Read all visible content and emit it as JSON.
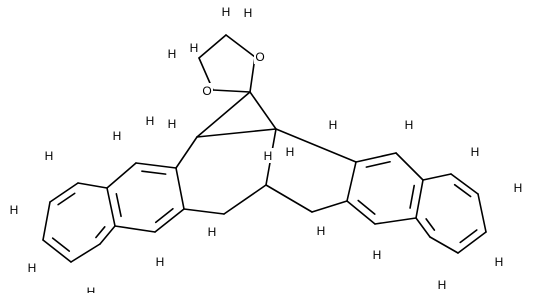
{
  "diagram": {
    "type": "chemical-structure",
    "colors": {
      "bond": "#000000",
      "label": "#000000",
      "background": "#ffffff"
    },
    "atom_labels": [
      {
        "id": "O1",
        "text": "O"
      },
      {
        "id": "O2",
        "text": "O"
      },
      {
        "id": "H1",
        "text": "H"
      },
      {
        "id": "H2",
        "text": "H"
      },
      {
        "id": "H3",
        "text": "H"
      },
      {
        "id": "H4",
        "text": "H"
      },
      {
        "id": "H5",
        "text": "H"
      },
      {
        "id": "H6",
        "text": "H"
      },
      {
        "id": "H7",
        "text": "H"
      },
      {
        "id": "H8",
        "text": "H"
      },
      {
        "id": "H9",
        "text": "H"
      },
      {
        "id": "H10",
        "text": "H"
      },
      {
        "id": "H11",
        "text": "H"
      },
      {
        "id": "H12",
        "text": "H"
      },
      {
        "id": "H13",
        "text": "H"
      },
      {
        "id": "H14",
        "text": "H"
      },
      {
        "id": "H15",
        "text": "H"
      },
      {
        "id": "H16",
        "text": "H"
      },
      {
        "id": "H17",
        "text": "H"
      },
      {
        "id": "H18",
        "text": "H"
      },
      {
        "id": "H19",
        "text": "H"
      },
      {
        "id": "H20",
        "text": "H"
      },
      {
        "id": "H21",
        "text": "H"
      },
      {
        "id": "H22",
        "text": "H"
      },
      {
        "id": "H23",
        "text": "H"
      }
    ]
  }
}
